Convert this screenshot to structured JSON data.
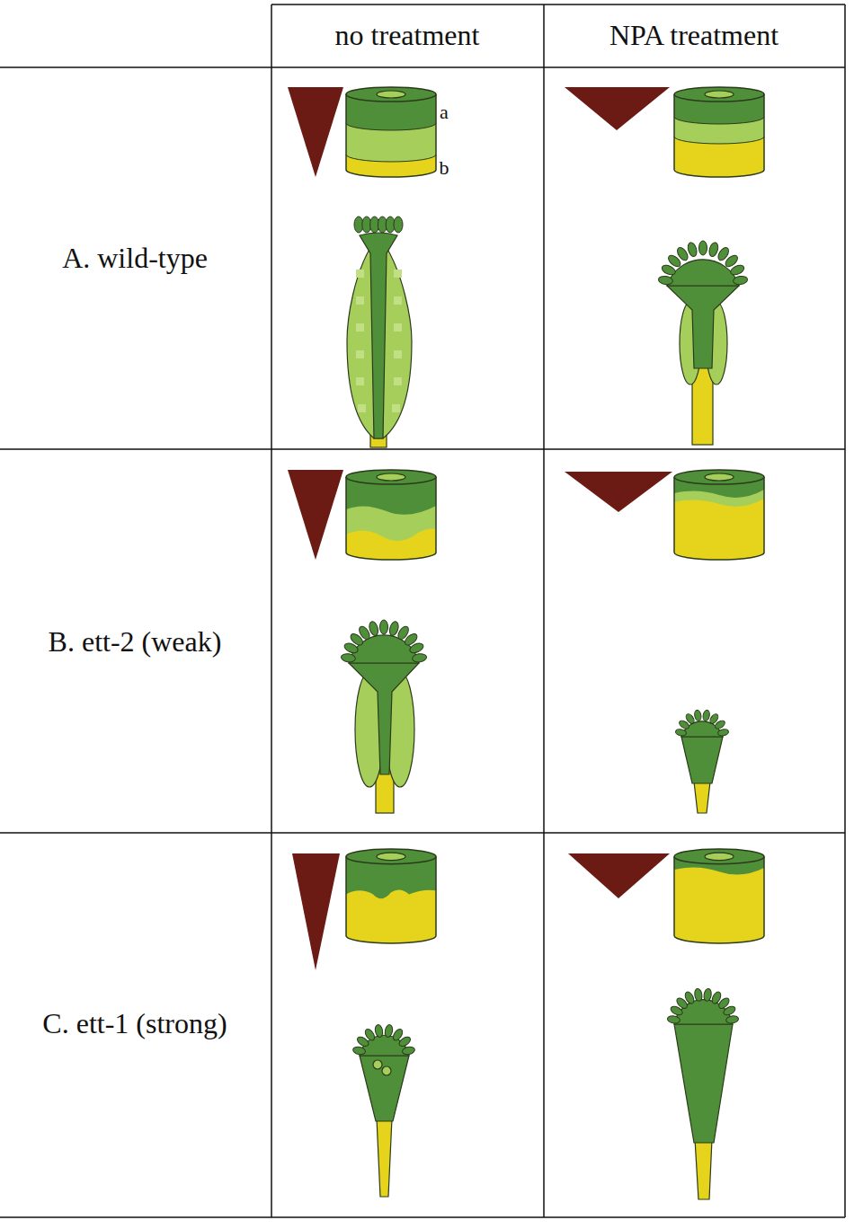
{
  "diagram": {
    "labels": [
      "no treatment",
      "NPA treatment",
      "A. wild-type",
      "B. ett-2 (weak)",
      "C. ett-1 (strong)",
      "a",
      "b"
    ]
  }
}
